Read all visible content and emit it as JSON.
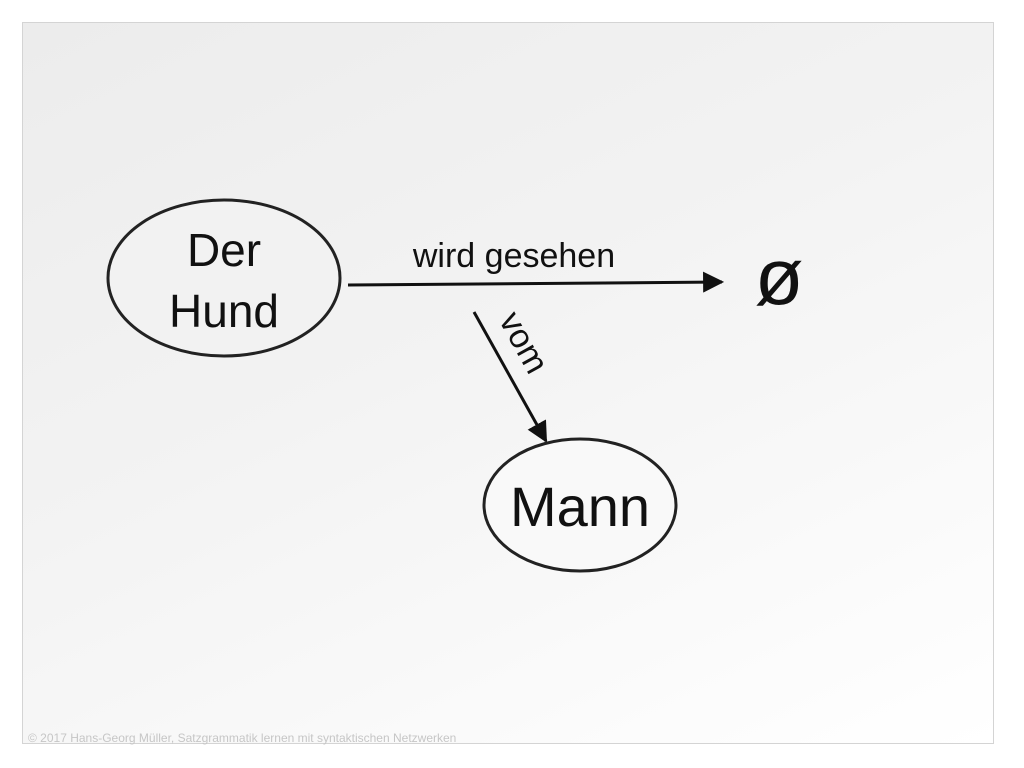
{
  "diagram": {
    "nodes": {
      "subject": {
        "line1": "Der",
        "line2": "Hund"
      },
      "target": {
        "label": "Mann"
      },
      "empty": {
        "symbol": "ø"
      }
    },
    "edges": {
      "main": {
        "label": "wird gesehen"
      },
      "agent": {
        "label": "vom"
      }
    }
  },
  "footer": {
    "copyright": "© 2017 Hans-Georg Müller, Satzgrammatik lernen mit syntaktischen Netzwerken"
  }
}
